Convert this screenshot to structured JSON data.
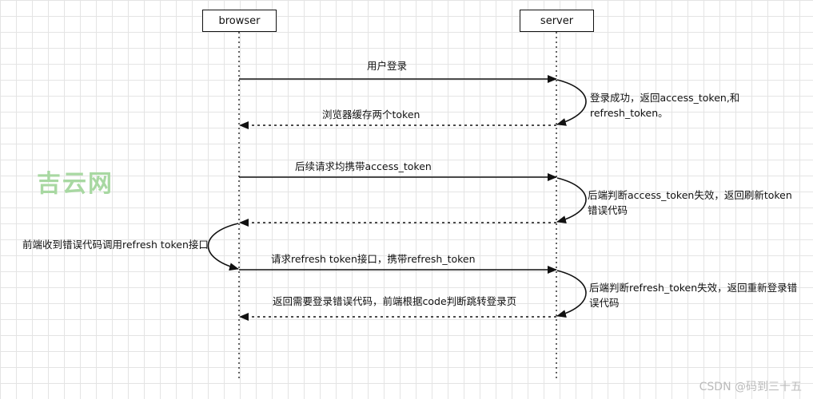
{
  "actors": {
    "browser": "browser",
    "server": "server"
  },
  "messages": [
    "用户登录",
    "浏览器缓存两个token",
    "后续请求均携带access_token",
    "请求refresh token接口，携带refresh_token",
    "返回需要登录错误代码，前端根据code判断跳转登录页"
  ],
  "notes": [
    "登录成功，返回access_token,和refresh_token。",
    "后端判断access_token失效，返回刷新token错误代码",
    "前端收到错误代码调用refresh token接口",
    "后端判断refresh_token失效，返回重新登录错误代码"
  ],
  "watermark": "吉云网",
  "credit": "CSDN @码到三十五",
  "colors": {
    "line": "#111111",
    "grid": "#e4e4e4",
    "watermark": "#a8d8a2"
  }
}
